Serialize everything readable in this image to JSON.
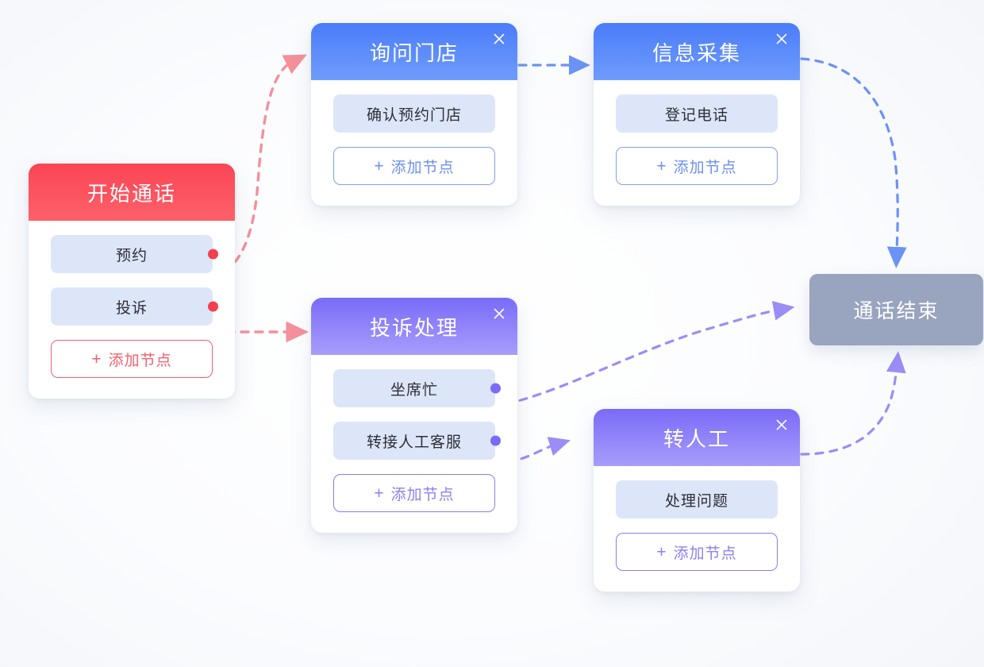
{
  "flow": {
    "nodes": [
      {
        "id": "start",
        "title": "开始通话",
        "theme": "red",
        "closable": false,
        "ports": [
          {
            "label": "预约"
          },
          {
            "label": "投诉"
          }
        ],
        "add_label": "添加节点",
        "add_plus": "+"
      },
      {
        "id": "ask-store",
        "title": "询问门店",
        "theme": "blue",
        "closable": true,
        "close_label": "×",
        "ports": [
          {
            "label": "确认预约门店"
          }
        ],
        "add_label": "添加节点",
        "add_plus": "+"
      },
      {
        "id": "collect",
        "title": "信息采集",
        "theme": "blue",
        "closable": true,
        "close_label": "×",
        "ports": [
          {
            "label": "登记电话"
          }
        ],
        "add_label": "添加节点",
        "add_plus": "+"
      },
      {
        "id": "complaint",
        "title": "投诉处理",
        "theme": "purple",
        "closable": true,
        "close_label": "×",
        "ports": [
          {
            "label": "坐席忙"
          },
          {
            "label": "转接人工客服"
          }
        ],
        "add_label": "添加节点",
        "add_plus": "+"
      },
      {
        "id": "transfer",
        "title": "转人工",
        "theme": "purple",
        "closable": true,
        "close_label": "×",
        "ports": [
          {
            "label": "处理问题"
          }
        ],
        "add_label": "添加节点",
        "add_plus": "+"
      }
    ],
    "end_node": {
      "id": "end",
      "title": "通话结束"
    },
    "edges": [
      {
        "id": "start-yuyue-to-ask-store",
        "from": "start.预约",
        "to": "ask-store",
        "color": "#f4909a",
        "style": "dashed-curve"
      },
      {
        "id": "start-tousu-to-complaint",
        "from": "start.投诉",
        "to": "complaint",
        "color": "#f4909a",
        "style": "dashed-straight"
      },
      {
        "id": "ask-store-to-collect",
        "from": "ask-store",
        "to": "collect",
        "color": "#6a92f7",
        "style": "dashed-straight"
      },
      {
        "id": "collect-to-end",
        "from": "collect",
        "to": "end",
        "color": "#6a92f7",
        "style": "dashed-curve"
      },
      {
        "id": "complaint-busy-to-end",
        "from": "complaint.坐席忙",
        "to": "end",
        "color": "#9a8df6",
        "style": "dashed-curve"
      },
      {
        "id": "complaint-agent-to-transfer",
        "from": "complaint.转接人工客服",
        "to": "transfer",
        "color": "#9a8df6",
        "style": "dashed-straight"
      },
      {
        "id": "transfer-to-end",
        "from": "transfer",
        "to": "end",
        "color": "#9a8df6",
        "style": "dashed-curve"
      }
    ]
  },
  "colors": {
    "red_header_top": "#fb4555",
    "red_header_bottom": "#fd6169",
    "blue_header_top": "#4a7cfa",
    "blue_header_bottom": "#6f9cfb",
    "purple_header_top": "#7a6bf8",
    "purple_header_bottom": "#a79dfb",
    "port_bg": "#dde5f8",
    "end_node_bg": "#99a4bf",
    "edge_red": "#f4909a",
    "edge_blue": "#6a92f7",
    "edge_purple": "#9a8df6",
    "canvas_bg": "#ffffff"
  }
}
